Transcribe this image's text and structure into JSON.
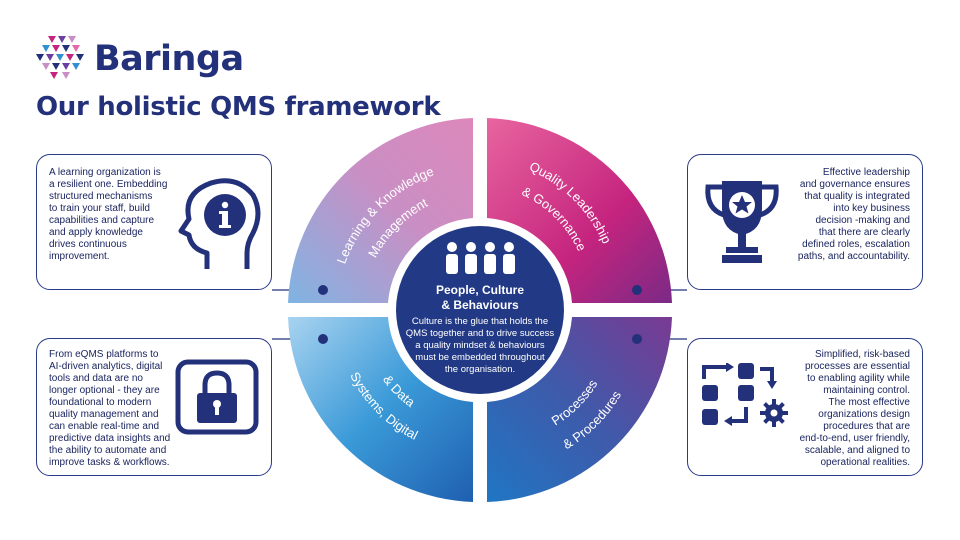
{
  "brand": {
    "name": "Baringa"
  },
  "title": "Our holistic QMS framework",
  "center": {
    "heading_line1": "People, Culture",
    "heading_line2": "& Behaviours",
    "body_lines": [
      "Culture is the glue that holds the",
      "QMS together and to drive success",
      "a quality mindset & behaviours",
      "must be embedded throughout",
      "the organisation."
    ]
  },
  "segments": {
    "learning": {
      "line1": "Learning & Knowledge",
      "line2": "Management"
    },
    "quality": {
      "line1": "Quality Leadership",
      "line2": "& Governance"
    },
    "systems": {
      "line1": "Systems, Digital",
      "line2": "& Data"
    },
    "processes": {
      "line1": "Processes",
      "line2": "& Procedures"
    }
  },
  "cards": {
    "learning": [
      "A learning organization is",
      "a resilient one. Embedding",
      "structured mechanisms",
      "to train your staff, build",
      "capabilities and capture",
      "and apply knowledge",
      "drives continuous",
      "improvement."
    ],
    "quality": [
      "Effective leadership",
      "and governance ensures",
      "that quality is integrated",
      "into key business",
      "decision -making and",
      "that there are clearly",
      "defined roles, escalation",
      "paths, and accountability."
    ],
    "systems": [
      "From eQMS platforms to",
      "AI-driven analytics, digital",
      "tools and data are no",
      "longer optional - they are",
      "foundational to modern",
      "quality management and",
      "can enable real-time and",
      "predictive data insights and",
      "the ability to automate and",
      "improve tasks & workflows."
    ],
    "processes": [
      "Simplified, risk-based",
      "processes are essential",
      "to enabling agility while",
      "maintaining control.",
      "The most effective",
      "organizations design",
      "procedures that are",
      "end-to-end, user friendly,",
      "scalable, and aligned to",
      "operational realities."
    ]
  },
  "colors": {
    "navy": "#23307a",
    "learning_segment": "#c98fc4",
    "quality_segment": "#c5247e",
    "systems_segment": "#2f8fd0",
    "processes_segment": "#4a6fb8",
    "center_circle": "#223a86"
  },
  "icons": {
    "learning": "head-info-icon",
    "quality": "trophy-icon",
    "systems": "padlock-icon",
    "processes": "workflow-icon",
    "center": "people-icon"
  }
}
